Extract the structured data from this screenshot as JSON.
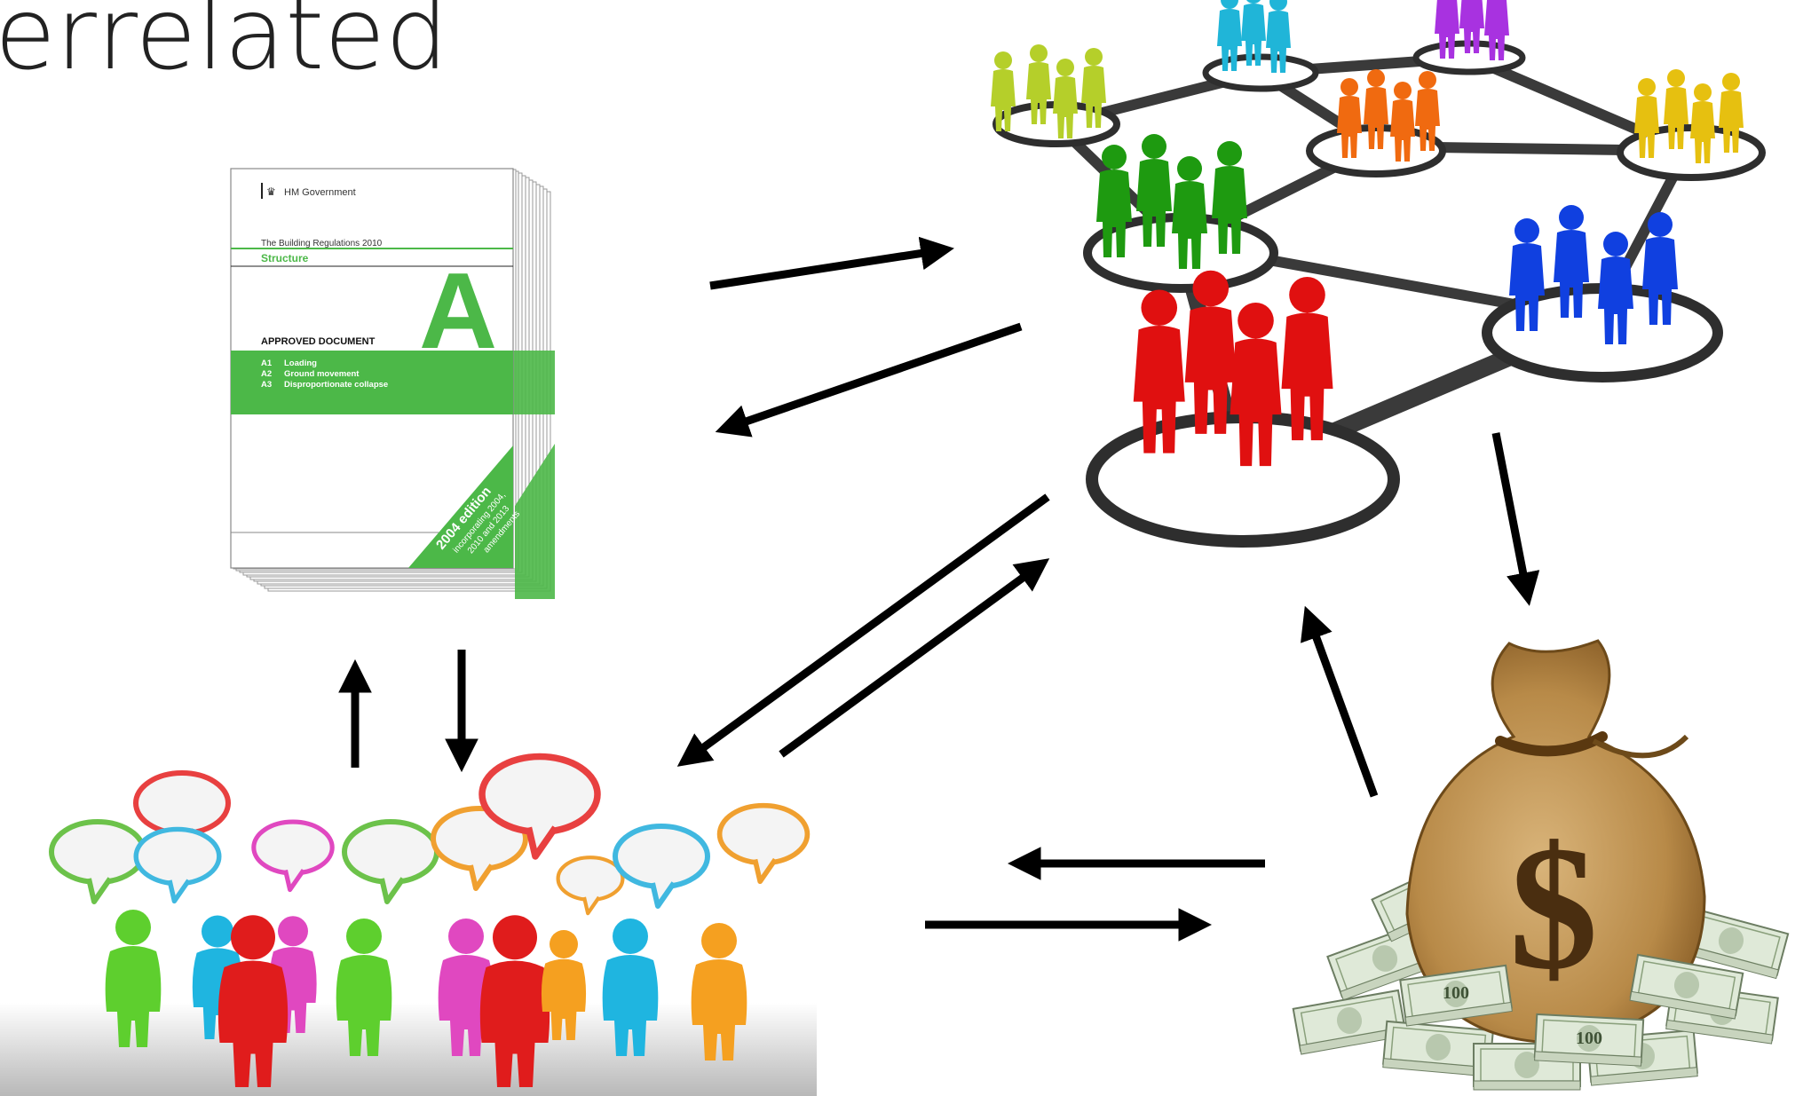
{
  "slide": {
    "title": "errelated"
  },
  "document": {
    "publisher": "HM Government",
    "regulations": "The Building Regulations 2010",
    "subject": "Structure",
    "letter": "A",
    "doc_type": "APPROVED DOCUMENT",
    "parts": [
      {
        "code": "A1",
        "name": "Loading"
      },
      {
        "code": "A2",
        "name": "Ground movement"
      },
      {
        "code": "A3",
        "name": "Disproportionate collapse"
      }
    ],
    "edition_lines": [
      "2004 edition",
      "incorporating 2004,",
      "2010 and 2013",
      "amendments"
    ]
  },
  "money": {
    "symbol": "$",
    "note_value": "100"
  },
  "colors": {
    "doc_green": "#4cb848",
    "arrow": "#000000",
    "network_groups": [
      "#b5cf2a",
      "#20b5d8",
      "#a832e0",
      "#f06a10",
      "#e6c010",
      "#1e9a10",
      "#1040e0",
      "#e01010"
    ],
    "talk_people": [
      "#5ecf2e",
      "#1fb5e0",
      "#e01c1c",
      "#e048c0",
      "#f5a020"
    ]
  }
}
